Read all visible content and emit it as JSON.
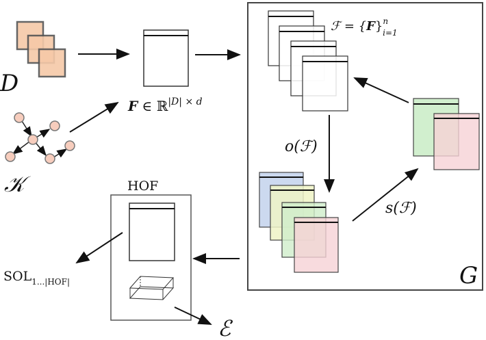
{
  "labels": {
    "d": "D",
    "k": "𝒦",
    "feature_matrix_bold": "F",
    "feature_matrix_rest": " ∈ ℝ",
    "feature_matrix_sup": "|D| × d",
    "population_lhs": "ℱ = {",
    "population_bold": "F",
    "population_rhs": "}",
    "population_sup": "n",
    "population_sub": "i=1",
    "o_op": "o(ℱ)",
    "s_op": "s(ℱ)",
    "hof": "HOF",
    "sol_main": "SOL",
    "sol_sub": "1...|HOF|",
    "e": "ℰ",
    "g": "G"
  },
  "colors": {
    "stroke": "#333333",
    "dataset_fill": "#f6c9a8",
    "dataset_stroke": "#555555",
    "node_fill": "#f7cdbd",
    "blue": "#c9d7ee",
    "yellow": "#eef3c6",
    "green": "#cfeecb",
    "pink": "#f6d2d6"
  }
}
